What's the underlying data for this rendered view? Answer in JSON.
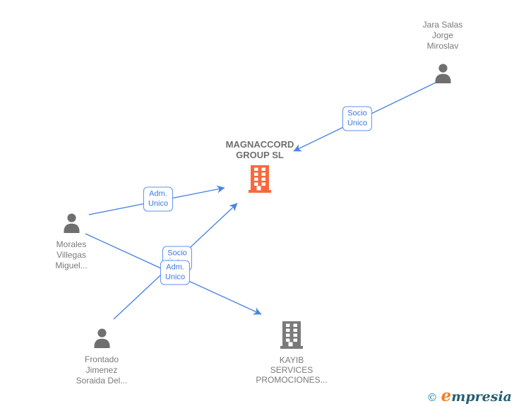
{
  "diagram": {
    "title": "company-relations-graph",
    "nodes": [
      {
        "id": "jara-salas",
        "type": "person",
        "label": "Jara Salas\nJorge\nMiroslav"
      },
      {
        "id": "magnaccord",
        "type": "company",
        "label": "MAGNACCORD\nGROUP  SL"
      },
      {
        "id": "morales",
        "type": "person",
        "label": "Morales\nVillegas\nMiguel..."
      },
      {
        "id": "frontado",
        "type": "person",
        "label": "Frontado\nJimenez\nSoraida Del..."
      },
      {
        "id": "kayib",
        "type": "company",
        "label": "KAYIB\nSERVICES\nPROMOCIONES..."
      }
    ],
    "edges": [
      {
        "from": "jara-salas",
        "to": "magnaccord",
        "label": "Socio\nÚnico"
      },
      {
        "from": "morales",
        "to": "magnaccord",
        "label": "Adm.\nUnico"
      },
      {
        "from": "frontado",
        "to": "magnaccord",
        "label": "Socio\nÚnico"
      },
      {
        "from": "morales",
        "to": "kayib",
        "label": "Adm.\nUnico"
      }
    ],
    "colors": {
      "edge_blue": "#4b84e1",
      "label_border_blue": "#5e92ec",
      "label_text_blue": "#3c79e0",
      "person_gray": "#6f6f6f",
      "node_text_gray": "#7a7a7a",
      "company_orange": "#f9683c",
      "company_gray": "#7a7a7a"
    }
  },
  "footer": {
    "copyright_symbol": "©",
    "brand": "empresia"
  }
}
